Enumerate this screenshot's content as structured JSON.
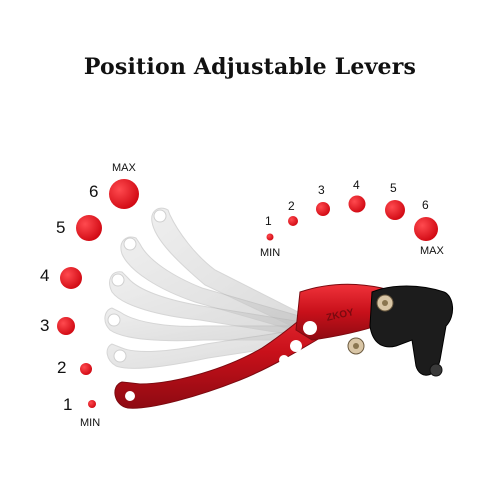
{
  "title": "Position Adjustable Levers",
  "left_scale": {
    "levels": [
      "1",
      "2",
      "3",
      "4",
      "5",
      "6"
    ],
    "min_label": "MIN",
    "max_label": "MAX"
  },
  "right_scale": {
    "levels": [
      "1",
      "2",
      "3",
      "4",
      "5",
      "6"
    ],
    "min_label": "MIN",
    "max_label": "MAX"
  },
  "product_logo_text": "ZKOY",
  "colors": {
    "dot": "#e8101a",
    "lever": "#d3121c",
    "ghost_lever": "#cfcfcf",
    "mount": "#1c1c1c"
  }
}
